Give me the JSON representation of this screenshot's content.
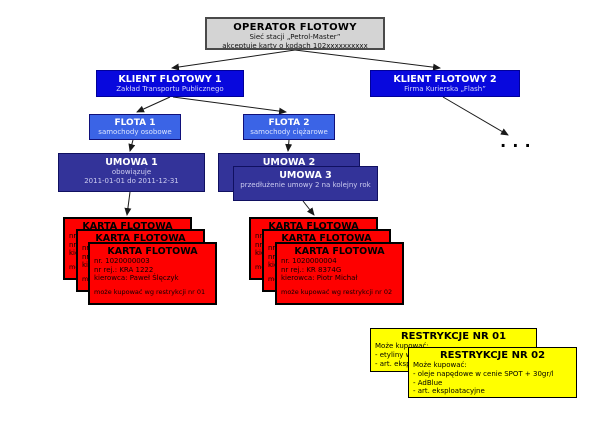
{
  "colors": {
    "operator_fill": "#d4d4d4",
    "operator_border": "#4a4a4a",
    "client_fill": "#0808dd",
    "fleet_fill": "#3b64e6",
    "contract_fill": "#333399",
    "card_fill": "#fe0000",
    "restriction_fill": "#ffff00",
    "connector_color": "#1a1a1a"
  },
  "operator": {
    "title": "OPERATOR FLOTOWY",
    "line1": "Sieć stacji „Petrol-Master”",
    "line2": "akceptuje karty o kodach 102xxxxxxxxxx"
  },
  "klient1": {
    "title": "KLIENT FLOTOWY 1",
    "subtitle": "Zakład Transportu Publicznego"
  },
  "klient2": {
    "title": "KLIENT FLOTOWY 2",
    "subtitle": "Firma Kurierska „Flash”"
  },
  "flota1": {
    "title": "FLOTA 1",
    "subtitle": "samochody osobowe"
  },
  "flota2": {
    "title": "FLOTA 2",
    "subtitle": "samochody ciężarowe"
  },
  "umowa1": {
    "title": "UMOWA 1",
    "line1": "obowiązuje",
    "line2": "2011-01-01 do 2011-12-31"
  },
  "umowa2": {
    "title": "UMOWA 2"
  },
  "umowa3": {
    "title": "UMOWA 3",
    "line1": "przedłużenie umowy 2 na kolejny rok"
  },
  "karta_back": {
    "title": "KARTA FLOTOWA",
    "fragment1": "nr",
    "fragment2": "nr",
    "fragment3": "kie",
    "fragment4": "mo"
  },
  "karta_left": {
    "title": "KARTA FLOTOWA",
    "nr": "nr. 1020000003",
    "rej": "nr rej.: KRA 1222",
    "kierowca": "kierowca: Paweł Ślęczyk",
    "footer": "może kupować wg restrykcji nr 01"
  },
  "karta_right": {
    "title": "KARTA FLOTOWA",
    "nr": "nr. 1020000004",
    "rej": "nr rej.: KR 8374G",
    "kierowca": "kierowca: Piotr Michał",
    "footer": "może kupować wg restrykcji nr 02"
  },
  "restrykcje1": {
    "title": "RESTRYKCJE NR 01",
    "line1": "Może kupować:",
    "line2": "- etyliny w",
    "line3": "- art. eksp"
  },
  "restrykcje2": {
    "title": "RESTRYKCJE NR 02",
    "line1": "Może kupować:",
    "line2": "- oleje napędowe w cenie SPOT + 30gr/l",
    "line3": "- AdBlue",
    "line4": "- art. eksploatacyjne"
  },
  "ellipsis": "..."
}
